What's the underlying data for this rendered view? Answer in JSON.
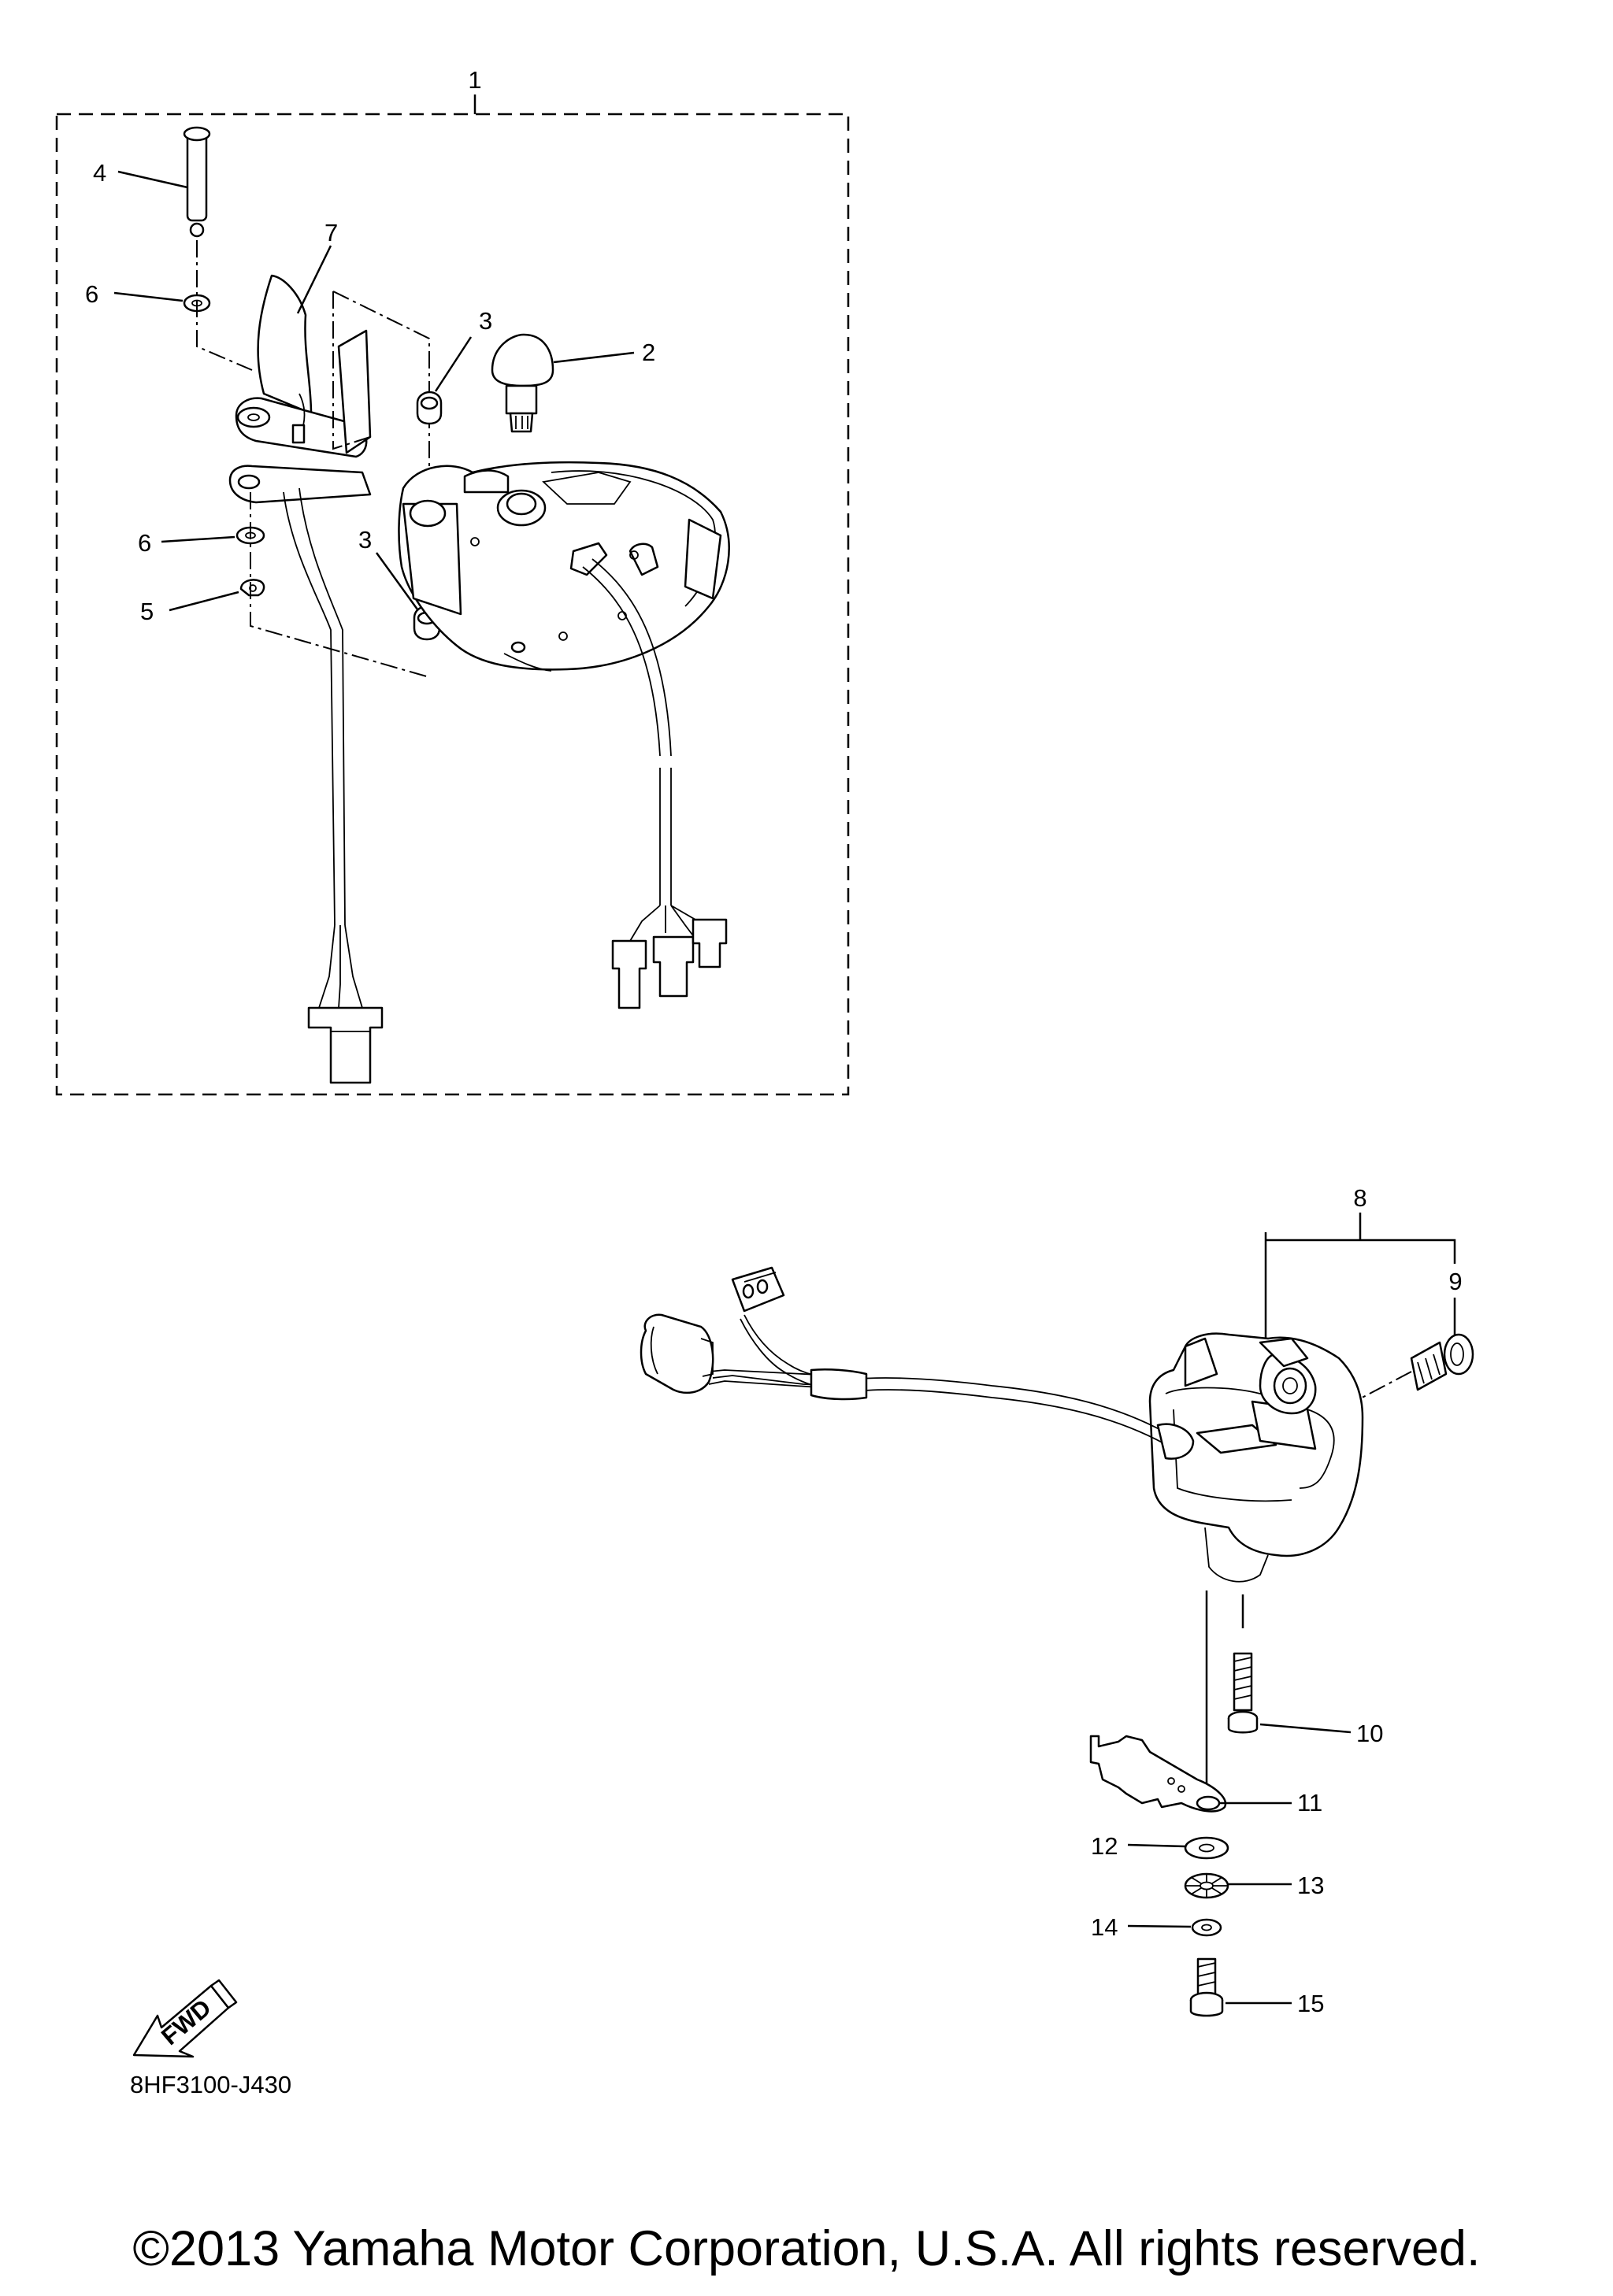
{
  "callouts": {
    "c1": "1",
    "c2": "2",
    "c3a": "3",
    "c3b": "3",
    "c4": "4",
    "c5": "5",
    "c6a": "6",
    "c6b": "6",
    "c7": "7",
    "c8": "8",
    "c9": "9",
    "c10": "10",
    "c11": "11",
    "c12": "12",
    "c13": "13",
    "c14": "14",
    "c15": "15"
  },
  "fwd_badge": "FWD",
  "drawing_code": "8HF3100-J430",
  "copyright": "©2013 Yamaha Motor Corporation, U.S.A. All rights reserved."
}
